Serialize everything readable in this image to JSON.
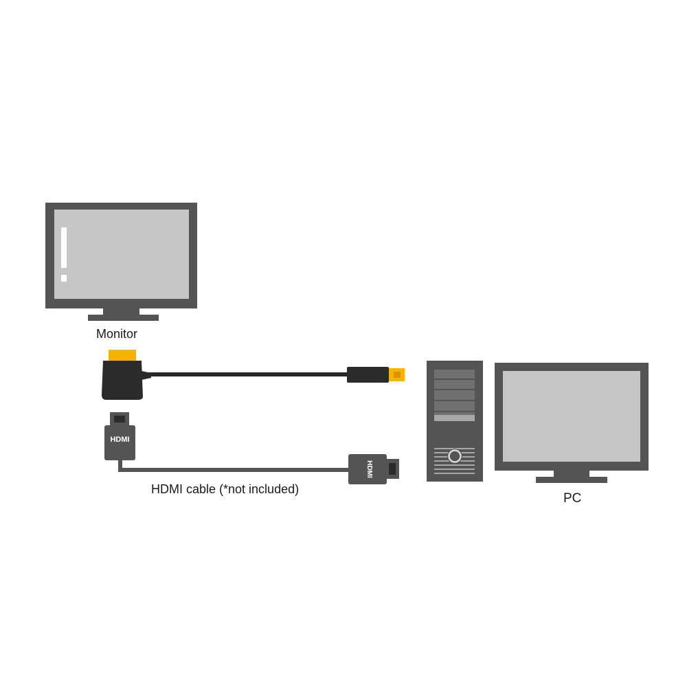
{
  "labels": {
    "monitor": "Monitor",
    "hdmi_cable": "HDMI cable (*not included)",
    "pc": "PC"
  },
  "connector_text": {
    "left_plug": "HDMI",
    "right_plug": "HDMI"
  },
  "colors": {
    "device_dark": "#545454",
    "screen": "#c6c6c6",
    "plug_dark": "#2b2b2b",
    "gold": "#f5b400",
    "cable": "#262626"
  }
}
